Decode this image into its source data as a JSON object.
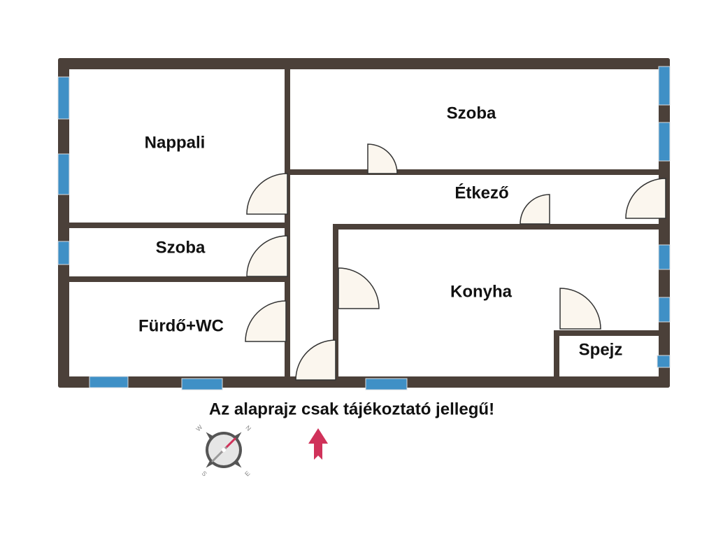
{
  "rooms": {
    "nappali": "Nappali",
    "szoba_top": "Szoba",
    "etkezo": "Étkező",
    "szoba_small": "Szoba",
    "konyha": "Konyha",
    "furdo": "Fürdő+WC",
    "spejz": "Spejz"
  },
  "disclaimer": "Az alaprajz csak tájékoztató jellegű!",
  "compass": {
    "n": "N",
    "e": "E",
    "s": "S",
    "w": "W"
  },
  "colors": {
    "wall": "#4b4039",
    "window": "#3f90c6",
    "door": "#fbf6ee",
    "north_arrow": "#d0325a"
  }
}
